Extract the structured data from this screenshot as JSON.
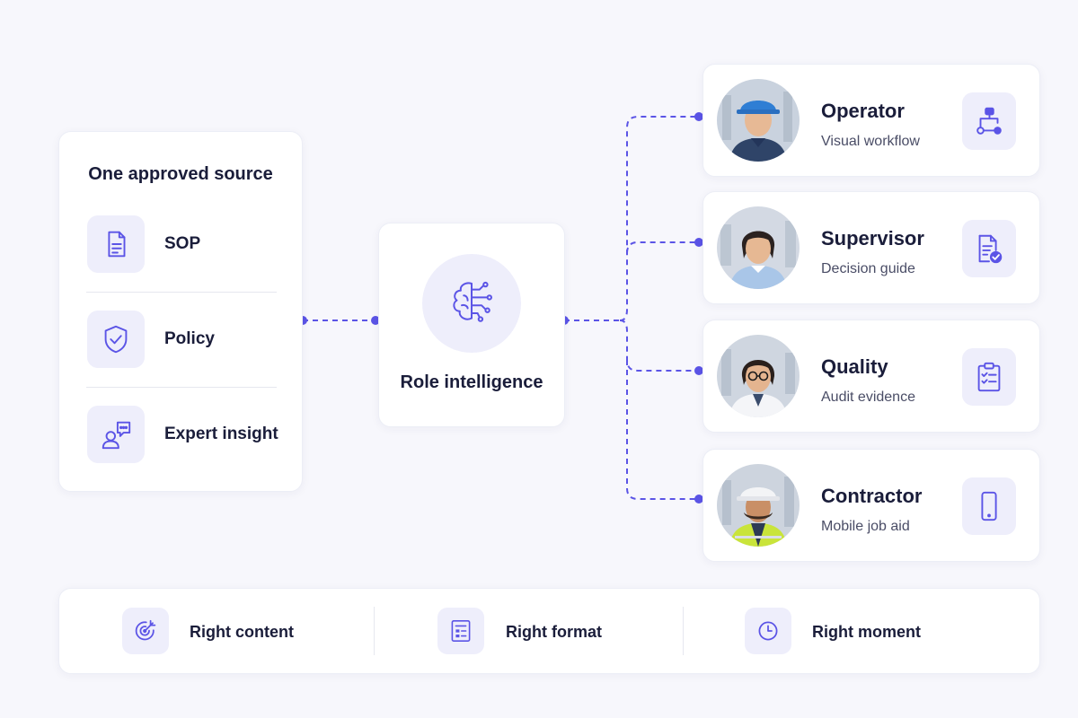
{
  "colors": {
    "accent": "#5b54e6",
    "tile": "#eeeefb",
    "text": "#1a1d3a",
    "subtext": "#4a4d66",
    "background": "#f7f7fc"
  },
  "source": {
    "title": "One approved source",
    "items": [
      {
        "label": "SOP",
        "icon": "document-icon"
      },
      {
        "label": "Policy",
        "icon": "shield-check-icon"
      },
      {
        "label": "Expert insight",
        "icon": "person-chat-icon"
      }
    ]
  },
  "hub": {
    "label": "Role intelligence",
    "icon": "brain-circuit-icon"
  },
  "roles": [
    {
      "title": "Operator",
      "subtitle": "Visual workflow",
      "icon": "workflow-icon",
      "avatar": "operator-avatar"
    },
    {
      "title": "Supervisor",
      "subtitle": "Decision guide",
      "icon": "document-check-icon",
      "avatar": "supervisor-avatar"
    },
    {
      "title": "Quality",
      "subtitle": "Audit evidence",
      "icon": "clipboard-check-icon",
      "avatar": "quality-avatar"
    },
    {
      "title": "Contractor",
      "subtitle": "Mobile job aid",
      "icon": "mobile-phone-icon",
      "avatar": "contractor-avatar"
    }
  ],
  "bottom": [
    {
      "label": "Right content",
      "icon": "target-icon"
    },
    {
      "label": "Right format",
      "icon": "format-icon"
    },
    {
      "label": "Right moment",
      "icon": "clock-icon"
    }
  ]
}
